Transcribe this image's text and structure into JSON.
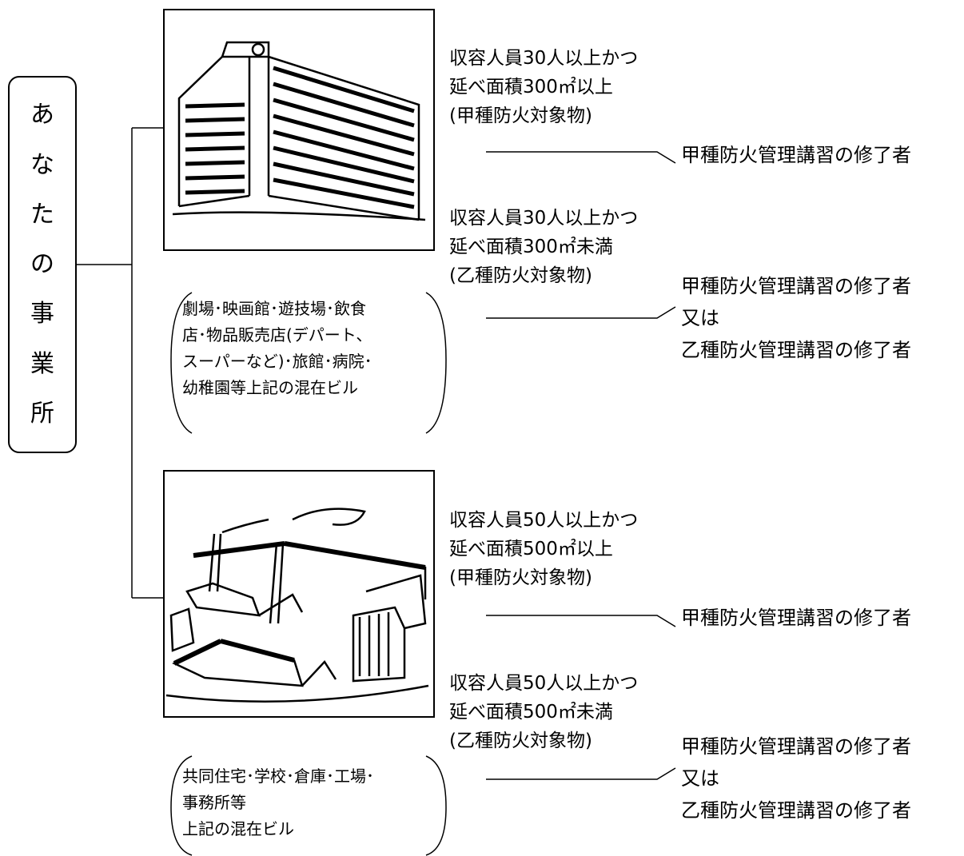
{
  "root": {
    "label": [
      "あ",
      "な",
      "た",
      "の",
      "事",
      "業",
      "所"
    ]
  },
  "branches": [
    {
      "examples": [
        "劇場･映画館･遊技場･飲食",
        "店･物品販売店(デパート、",
        "スーパーなど)･旅館･病院･",
        "幼稚園等上記の混在ビル"
      ],
      "cases": [
        {
          "condition": [
            "収容人員30人以上かつ",
            "延べ面積300㎡以上",
            "(甲種防火対象物)"
          ],
          "result": [
            "甲種防火管理講習の修了者"
          ]
        },
        {
          "condition": [
            "収容人員30人以上かつ",
            "延べ面積300㎡未満",
            "(乙種防火対象物)"
          ],
          "result": [
            "甲種防火管理講習の修了者",
            "又は",
            "乙種防火管理講習の修了者"
          ]
        }
      ]
    },
    {
      "examples": [
        "共同住宅･学校･倉庫･工場･",
        "事務所等",
        "上記の混在ビル"
      ],
      "cases": [
        {
          "condition": [
            "収容人員50人以上かつ",
            "延べ面積500㎡以上",
            "(甲種防火対象物)"
          ],
          "result": [
            "甲種防火管理講習の修了者"
          ]
        },
        {
          "condition": [
            "収容人員50人以上かつ",
            "延べ面積500㎡未満",
            "(乙種防火対象物)"
          ],
          "result": [
            "甲種防火管理講習の修了者",
            "又は",
            "乙種防火管理講習の修了者"
          ]
        }
      ]
    }
  ]
}
